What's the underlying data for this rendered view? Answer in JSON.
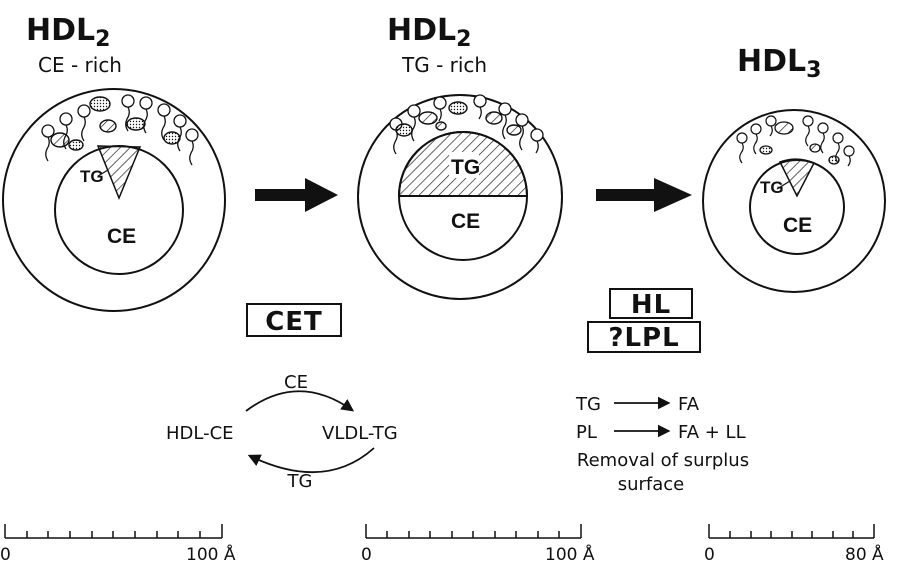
{
  "particles": [
    {
      "title": "HDL",
      "subscript": "2",
      "subtitle": "CE - rich",
      "core_label_top": "TG",
      "core_label_bottom": "CE"
    },
    {
      "title": "HDL",
      "subscript": "2",
      "subtitle": "TG - rich",
      "core_label_top": "TG",
      "core_label_bottom": "CE"
    },
    {
      "title": "HDL",
      "subscript": "3",
      "subtitle": "",
      "core_label_top": "TG",
      "core_label_bottom": "CE"
    }
  ],
  "enzymes": {
    "first": "CET",
    "second_a": "HL",
    "second_b": "?LPL"
  },
  "exchange_cycle": {
    "top": "CE",
    "left": "HDL-CE",
    "right": "VLDL-TG",
    "bottom": "TG"
  },
  "reactions": {
    "r1_from": "TG",
    "r1_to": "FA",
    "r2_from": "PL",
    "r2_to": "FA + LL",
    "note_line1": "Removal of surplus",
    "note_line2": "surface"
  },
  "scale_bars": [
    {
      "start": "0",
      "end": "100 Å"
    },
    {
      "start": "0",
      "end": "100 Å"
    },
    {
      "start": "0",
      "end": "80 Å"
    }
  ],
  "colors": {
    "ink": "#111111",
    "background": "#ffffff"
  }
}
